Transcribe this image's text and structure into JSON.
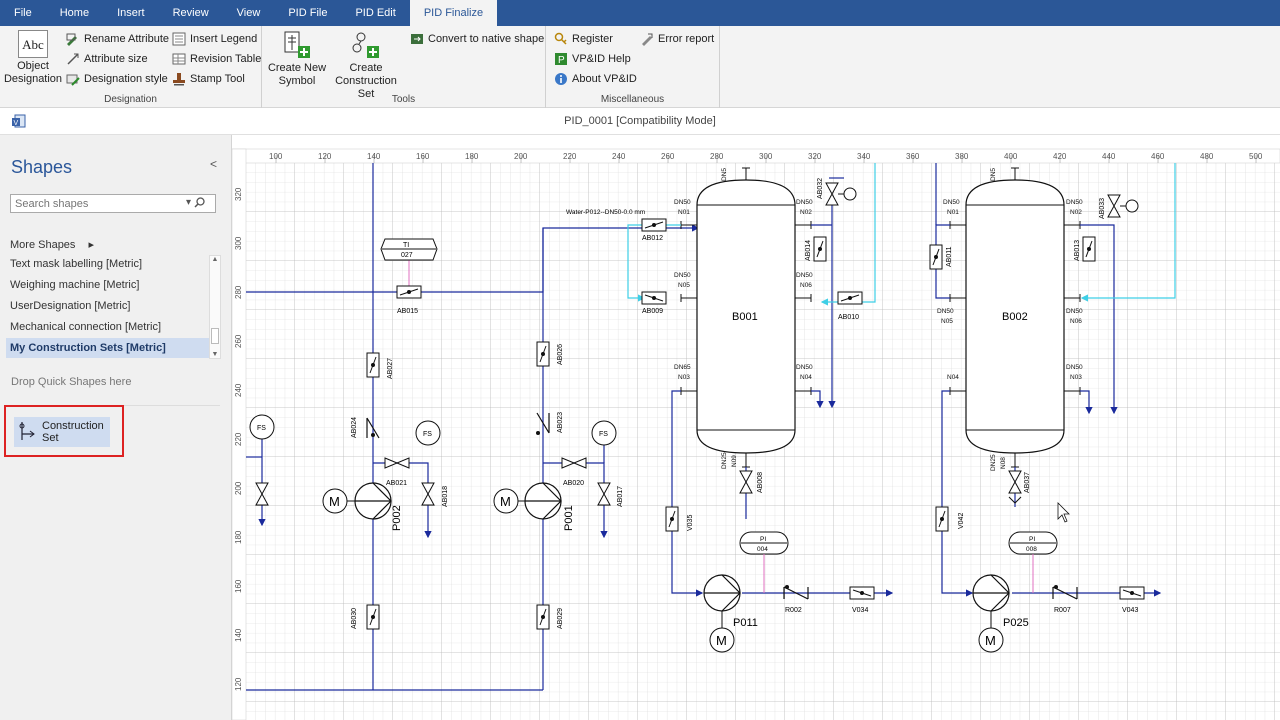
{
  "menu": {
    "tabs": [
      "File",
      "Home",
      "Insert",
      "Review",
      "View",
      "PID File",
      "PID Edit",
      "PID Finalize"
    ],
    "active": "PID Finalize"
  },
  "ribbon": {
    "designation": {
      "label": "Designation",
      "object_designation": "Object Designation",
      "abc": "Abc",
      "rename_attribute": "Rename Attribute",
      "attribute_size": "Attribute size",
      "designation_style": "Designation style",
      "insert_legend": "Insert Legend",
      "revision_table": "Revision Table",
      "stamp_tool": "Stamp Tool"
    },
    "tools": {
      "label": "Tools",
      "create_new_symbol": "Create New Symbol",
      "create_construction_set": "Create Construction Set",
      "convert_native": "Convert to native shape"
    },
    "misc": {
      "label": "Miscellaneous",
      "register": "Register",
      "help": "VP&ID Help",
      "about": "About VP&ID",
      "error_report": "Error report"
    }
  },
  "document": {
    "title": "PID_0001  [Compatibility Mode]"
  },
  "shapes": {
    "title": "Shapes",
    "collapse": "<",
    "search_placeholder": "Search shapes",
    "more_shapes": "More Shapes",
    "stencils": [
      "Text mask labelling [Metric]",
      "Weighing machine [Metric]",
      "UserDesignation [Metric]",
      "Mechanical connection [Metric]",
      "My Construction Sets [Metric]"
    ],
    "selected_stencil": "My Construction Sets [Metric]",
    "drop_hint": "Drop Quick Shapes here",
    "construction_set": "Construction Set"
  },
  "rulers": {
    "top": [
      "100",
      "120",
      "140",
      "160",
      "180",
      "200",
      "220",
      "240",
      "260",
      "280",
      "300",
      "320",
      "340",
      "360",
      "380",
      "400",
      "420",
      "440",
      "460",
      "480",
      "500"
    ],
    "left": [
      "300",
      "280",
      "260",
      "240",
      "220",
      "200",
      "180",
      "160",
      "140",
      "120"
    ],
    "left_top": "320"
  },
  "drawing": {
    "pipe_label": "Water-P012--DN50-0.0 mm",
    "vessels": [
      "B001",
      "B002"
    ],
    "pumps": [
      "P002",
      "P001",
      "P011",
      "P025"
    ],
    "motor": "M",
    "valves": {
      "ab015": "AB015",
      "ab027": "AB027",
      "ab024": "AB024",
      "ab021": "AB021",
      "ab018": "AB018",
      "ab030": "AB030",
      "ab026": "AB026",
      "ab023": "AB023",
      "ab020": "AB020",
      "ab017": "AB017",
      "ab029": "AB029",
      "ab012": "AB012",
      "ab009": "AB009",
      "ab032": "AB032",
      "ab014": "AB014",
      "ab010": "AB010",
      "ab008": "AB008",
      "v035": "V035",
      "r002": "R002",
      "v034": "V034",
      "ab011": "AB011",
      "ab033": "AB033",
      "ab013": "AB013",
      "ab037": "AB037",
      "v042": "V042",
      "r007": "R007",
      "v043": "V043"
    },
    "instruments": {
      "fs": "FS",
      "ti": "TI",
      "ti_num": "027",
      "pi": "PI",
      "pi1_num": "004",
      "pi2_num": "008"
    },
    "nozzles": {
      "dn5": "DN5",
      "n01": "N01",
      "dn50": "DN50",
      "n02": "N02",
      "n03": "N03",
      "n04": "N04",
      "n05": "N05",
      "n06": "N06",
      "n08": "N08",
      "n09": "N09",
      "dn65": "DN65",
      "dn25": "DN25"
    }
  },
  "colors": {
    "accent": "#2b5797",
    "pipe": "#1a2a9c",
    "cyan": "#3ecfe6",
    "highlight_border": "#dd2222"
  }
}
